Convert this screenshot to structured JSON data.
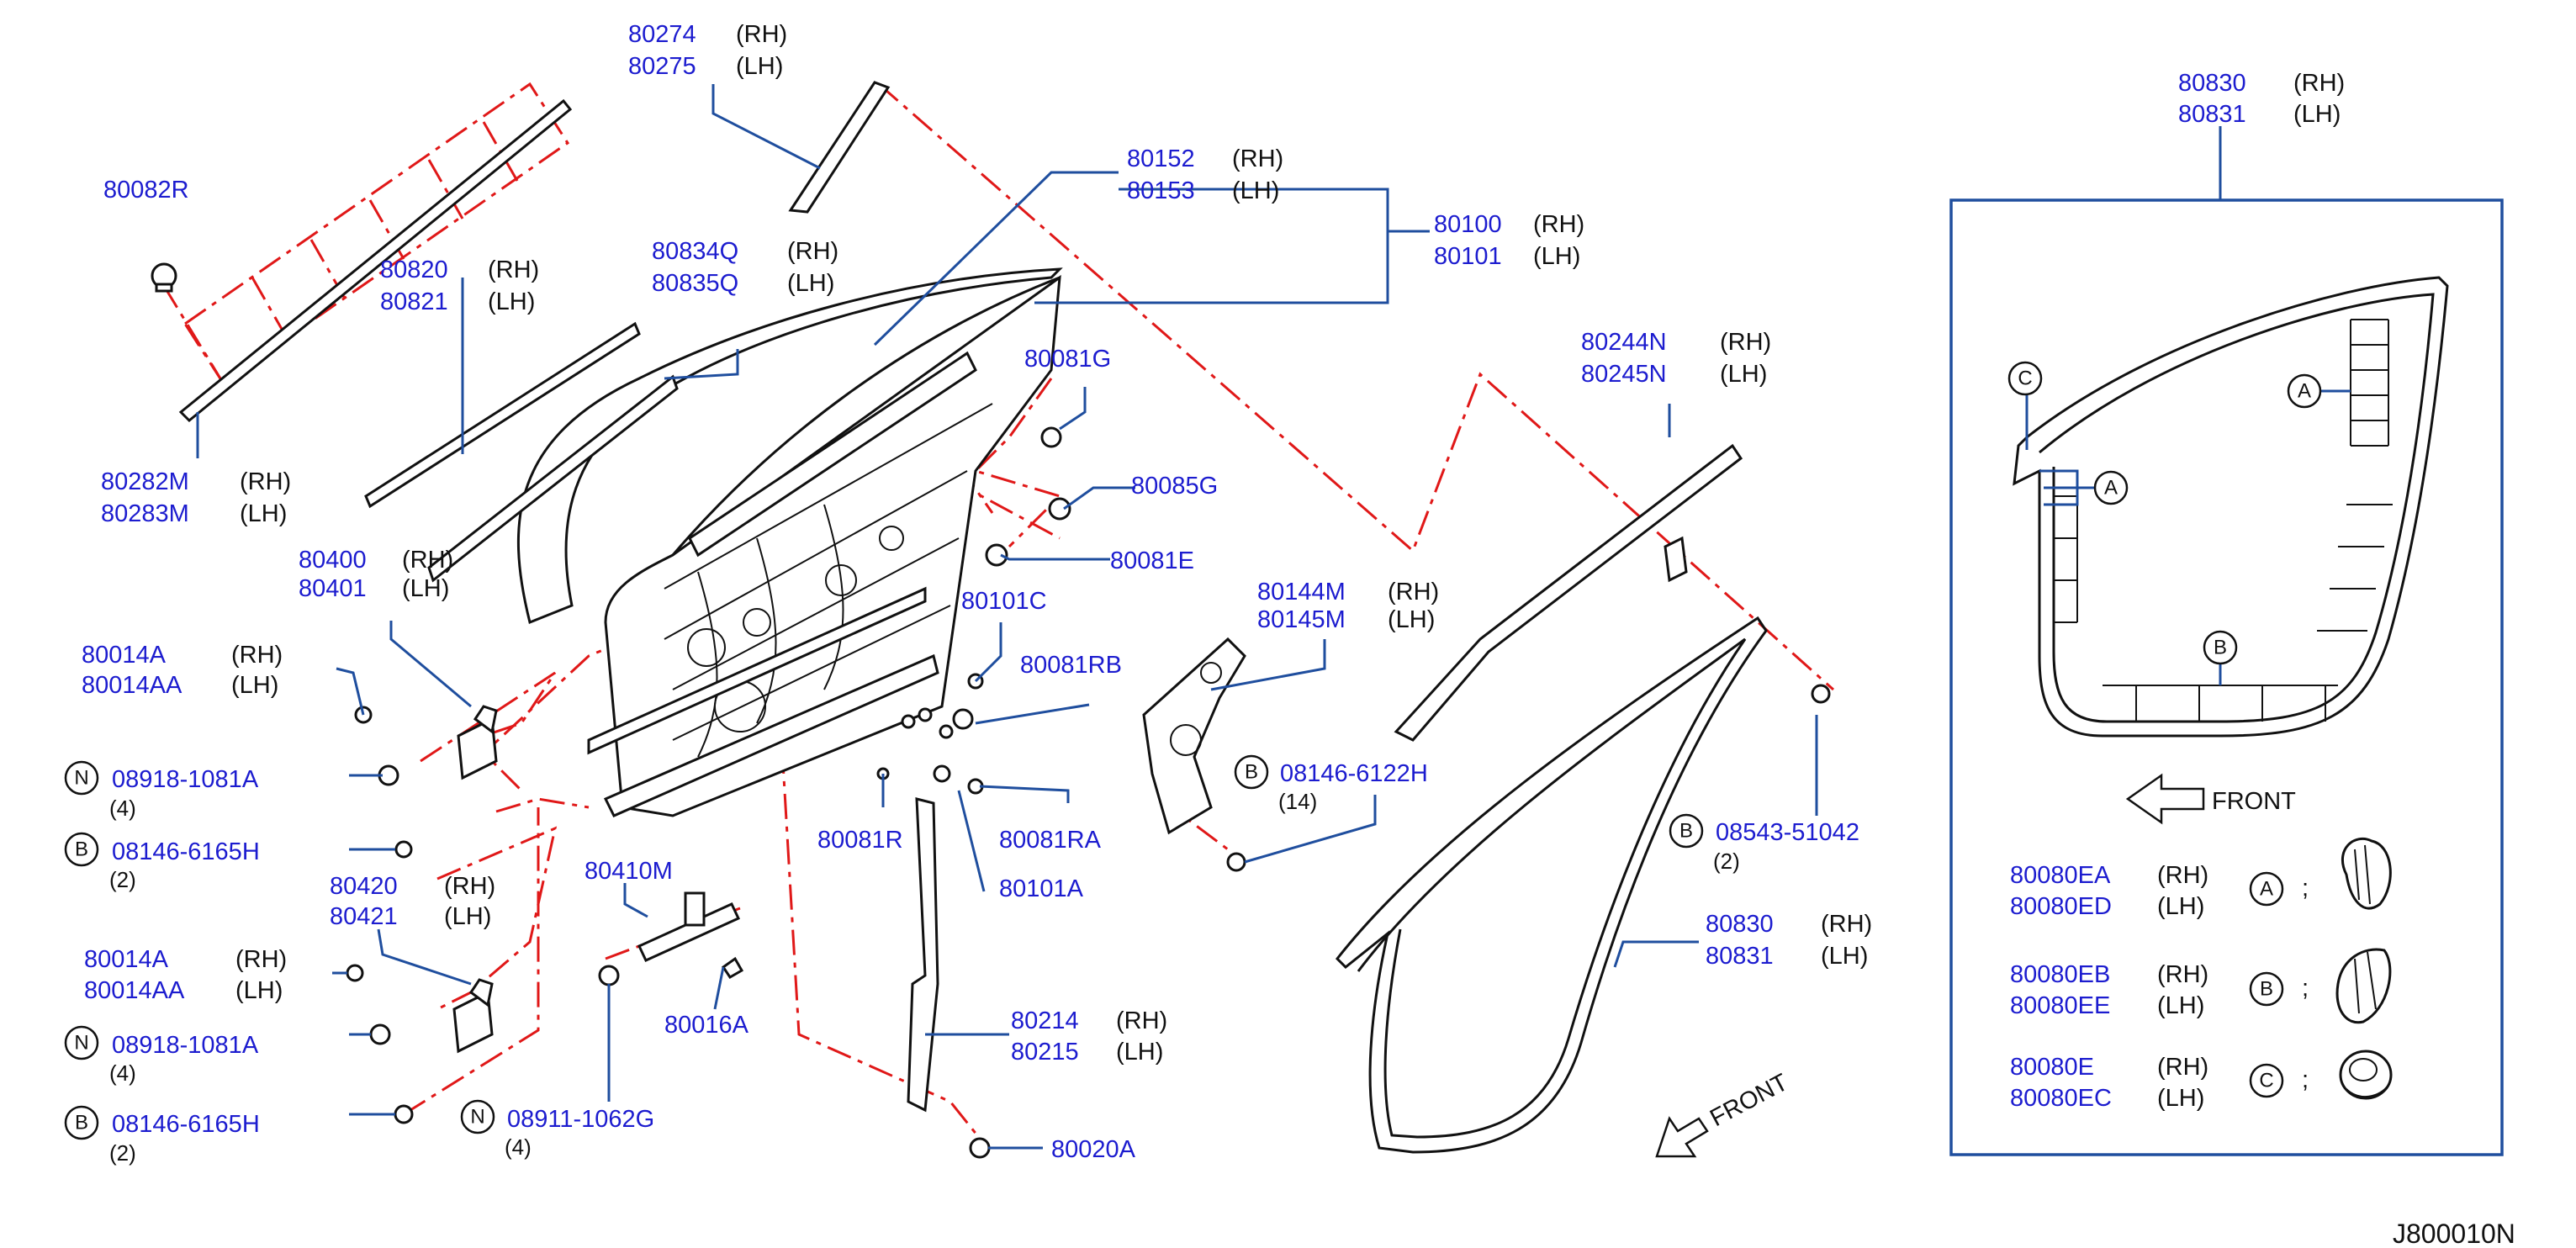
{
  "diagram_id": "J800010N",
  "front_label": "FRONT",
  "side": {
    "rh": "(RH)",
    "lh": "(LH)"
  },
  "circles": {
    "n": "N",
    "b": "B",
    "a": "A",
    "c": "C"
  },
  "separator": ";",
  "parts": {
    "p80274": "80274",
    "p80275": "80275",
    "p80082r": "80082R",
    "p80282m": "80282M",
    "p80283m": "80283M",
    "p80820": "80820",
    "p80821": "80821",
    "p80834q": "80834Q",
    "p80835q": "80835Q",
    "p80152": "80152",
    "p80153": "80153",
    "p80100": "80100",
    "p80101": "80101",
    "p80081g": "80081G",
    "p80085g": "80085G",
    "p80081e": "80081E",
    "p80101c": "80101C",
    "p80081rb": "80081RB",
    "p80081ra": "80081RA",
    "p80081r": "80081R",
    "p80101a": "80101A",
    "p80400": "80400",
    "p80401": "80401",
    "p80014a_1": "80014A",
    "p80014aa_1": "80014AA",
    "p08918_1": "08918-1081A",
    "q08918_1": "(4)",
    "p08146_1": "08146-6165H",
    "q08146_1": "(2)",
    "p80420": "80420",
    "p80421": "80421",
    "p80014a_2": "80014A",
    "p80014aa_2": "80014AA",
    "p08918_2": "08918-1081A",
    "q08918_2": "(4)",
    "p08146_2": "08146-6165H",
    "q08146_2": "(2)",
    "p80410m": "80410M",
    "p80016a": "80016A",
    "p08911": "08911-1062G",
    "q08911": "(4)",
    "p80214": "80214",
    "p80215": "80215",
    "p80020a": "80020A",
    "p80144m": "80144M",
    "p80145m": "80145M",
    "p08146_6122": "08146-6122H",
    "q08146_6122": "(14)",
    "p80244n": "80244N",
    "p80245n": "80245N",
    "p08543": "08543-51042",
    "q08543": "(2)",
    "p80830": "80830",
    "p80831": "80831",
    "inset_80830": "80830",
    "inset_80831": "80831",
    "p80080ea": "80080EA",
    "p80080ed": "80080ED",
    "p80080eb": "80080EB",
    "p80080ee": "80080EE",
    "p80080e": "80080E",
    "p80080ec": "80080EC"
  }
}
